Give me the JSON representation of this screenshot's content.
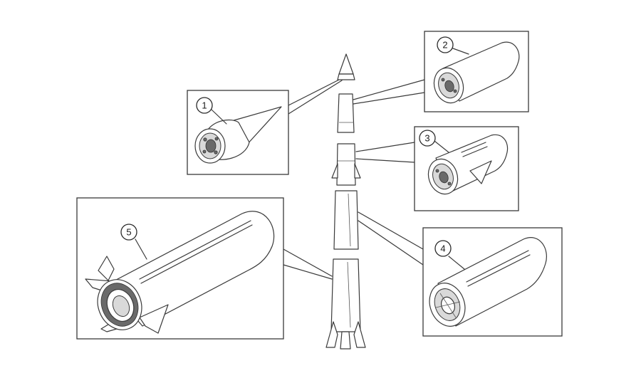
{
  "callouts": {
    "c1": "1",
    "c2": "2",
    "c3": "3",
    "c4": "4",
    "c5": "5"
  },
  "colors": {
    "line": "#3a3a3a",
    "background": "#ffffff",
    "shade": "#d9d9d9"
  }
}
